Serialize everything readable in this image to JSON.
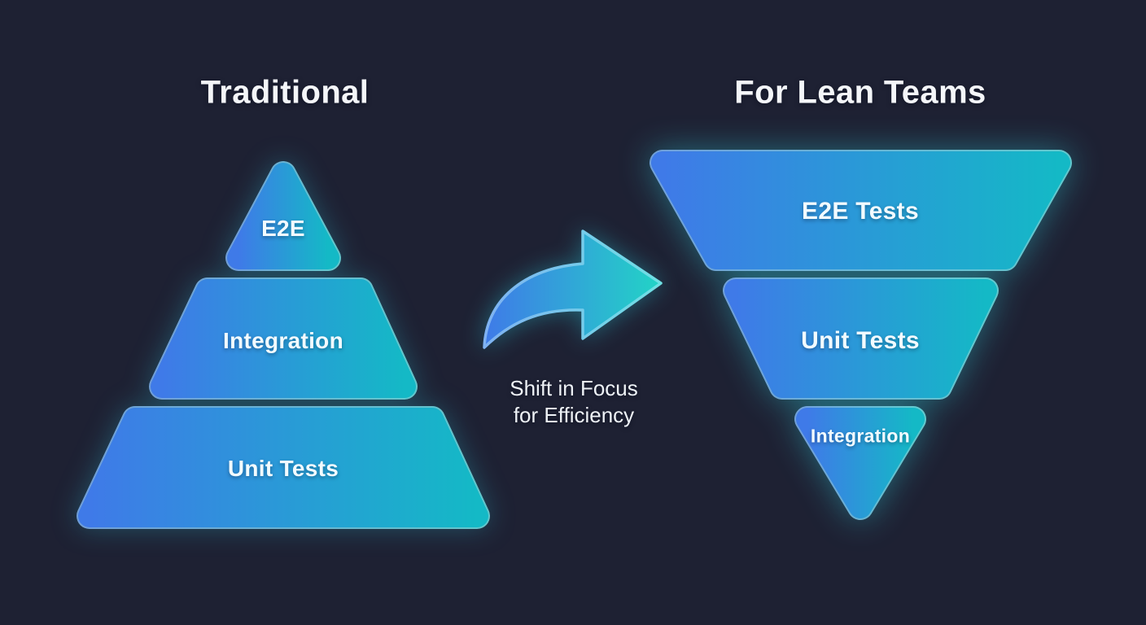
{
  "diagram": {
    "left": {
      "title": "Traditional",
      "tiers": [
        {
          "label": "E2E"
        },
        {
          "label": "Integration"
        },
        {
          "label": "Unit Tests"
        }
      ]
    },
    "right": {
      "title": "For Lean Teams",
      "tiers": [
        {
          "label": "E2E Tests"
        },
        {
          "label": "Unit Tests"
        },
        {
          "label": "Integration"
        }
      ]
    },
    "center": {
      "caption_line1": "Shift in Focus",
      "caption_line2": "for Efficiency",
      "arrow_icon": "curved-right-arrow"
    }
  },
  "colors": {
    "background": "#1e2133",
    "shape_gradient_start": "#3f7ae8",
    "shape_gradient_end": "#14b9c6",
    "arrow_gradient_end": "#22d4c6",
    "shape_border_start": "#7fb2f2",
    "shape_border_end": "#6fe0e4",
    "glow": "#2fc4dc",
    "text_primary": "#f4f6f9"
  }
}
